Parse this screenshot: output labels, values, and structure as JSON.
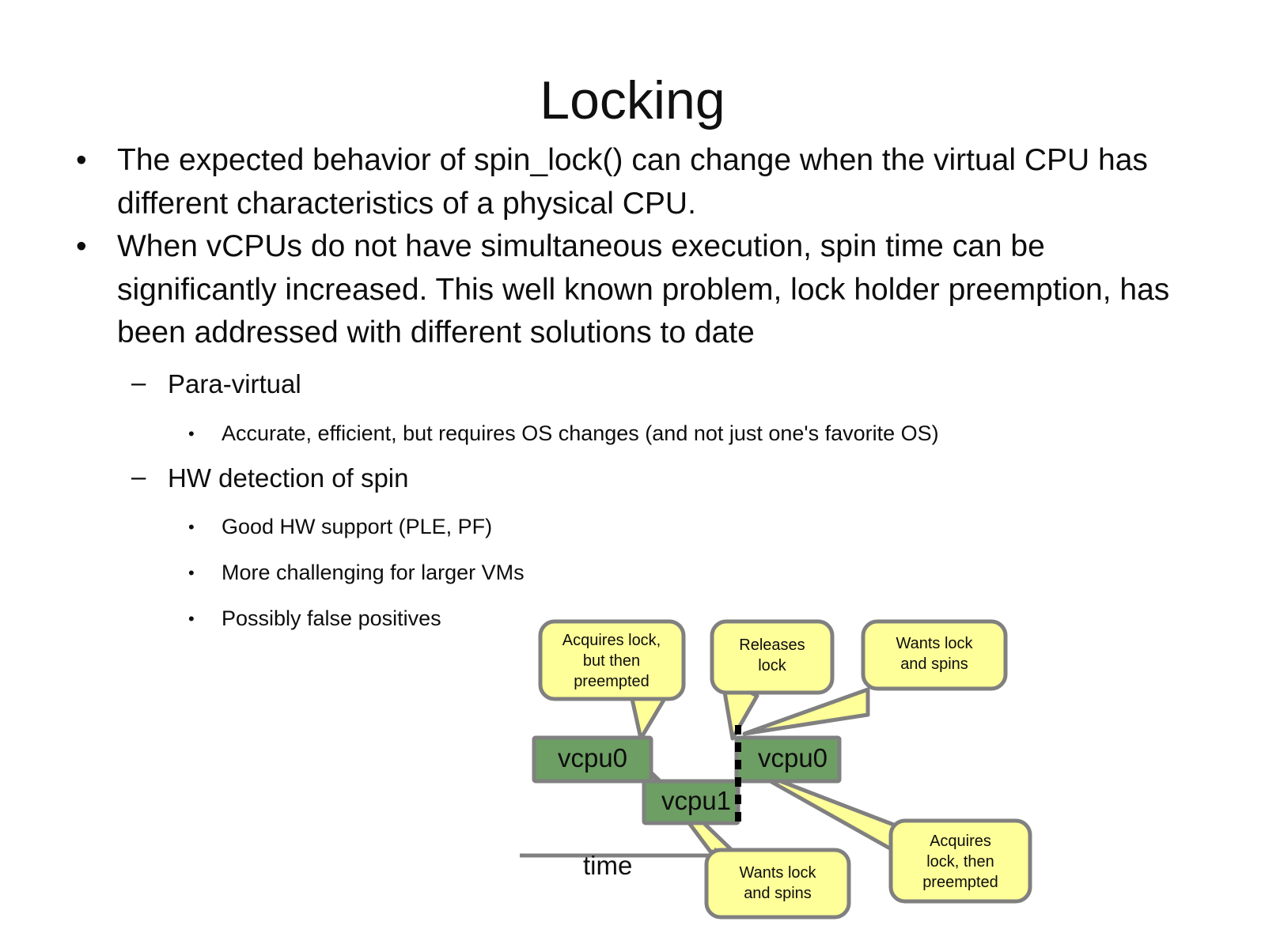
{
  "slide": {
    "title": "Locking"
  },
  "bullets": [
    {
      "level": 1,
      "marker": "•",
      "text": "The expected behavior of spin_lock() can change when the virtual CPU has different characteristics of a physical CPU."
    },
    {
      "level": 1,
      "marker": "•",
      "text": "When vCPUs do not have simultaneous execution, spin time can be significantly increased.  This well known problem, lock holder preemption, has been addressed with different solutions to date"
    },
    {
      "level": 2,
      "marker": "–",
      "text": "Para-virtual"
    },
    {
      "level": 3,
      "marker": "•",
      "text": "Accurate, efficient, but requires OS changes (and not just one's favorite OS)"
    },
    {
      "level": 2,
      "marker": "–",
      "text": "HW detection of spin"
    },
    {
      "level": 3,
      "marker": "•",
      "text": "Good HW support (PLE, PF)"
    },
    {
      "level": 3,
      "marker": "•",
      "text": "More challenging for larger VMs"
    },
    {
      "level": 3,
      "marker": "•",
      "text": "Possibly false positives"
    }
  ],
  "diagram": {
    "colors": {
      "callout_fill": "#ffff99",
      "callout_stroke": "#808080",
      "bar_fill": "#6d9e63",
      "bar_stroke": "#808080",
      "dashed_line": "#000000",
      "time_arrow": "#808080"
    },
    "bars": [
      {
        "id": "vcpu0-first",
        "label": "vcpu0"
      },
      {
        "id": "vcpu0-second",
        "label": "vcpu0"
      },
      {
        "id": "vcpu1",
        "label": "vcpu1"
      }
    ],
    "callouts": [
      {
        "id": "acquires-lock-but-preempted",
        "line1": "Acquires lock,",
        "line2": "but then",
        "line3": "preempted"
      },
      {
        "id": "releases-lock",
        "line1": "Releases",
        "line2": "lock",
        "line3": ""
      },
      {
        "id": "wants-lock-and-spins-top",
        "line1": "Wants lock",
        "line2": "and spins",
        "line3": ""
      },
      {
        "id": "wants-lock-and-spins-bottom",
        "line1": "Wants lock",
        "line2": "and spins",
        "line3": ""
      },
      {
        "id": "acquires-lock-then-preempted",
        "line1": "Acquires",
        "line2": "lock, then",
        "line3": "preempted"
      }
    ],
    "axis_label": "time"
  }
}
